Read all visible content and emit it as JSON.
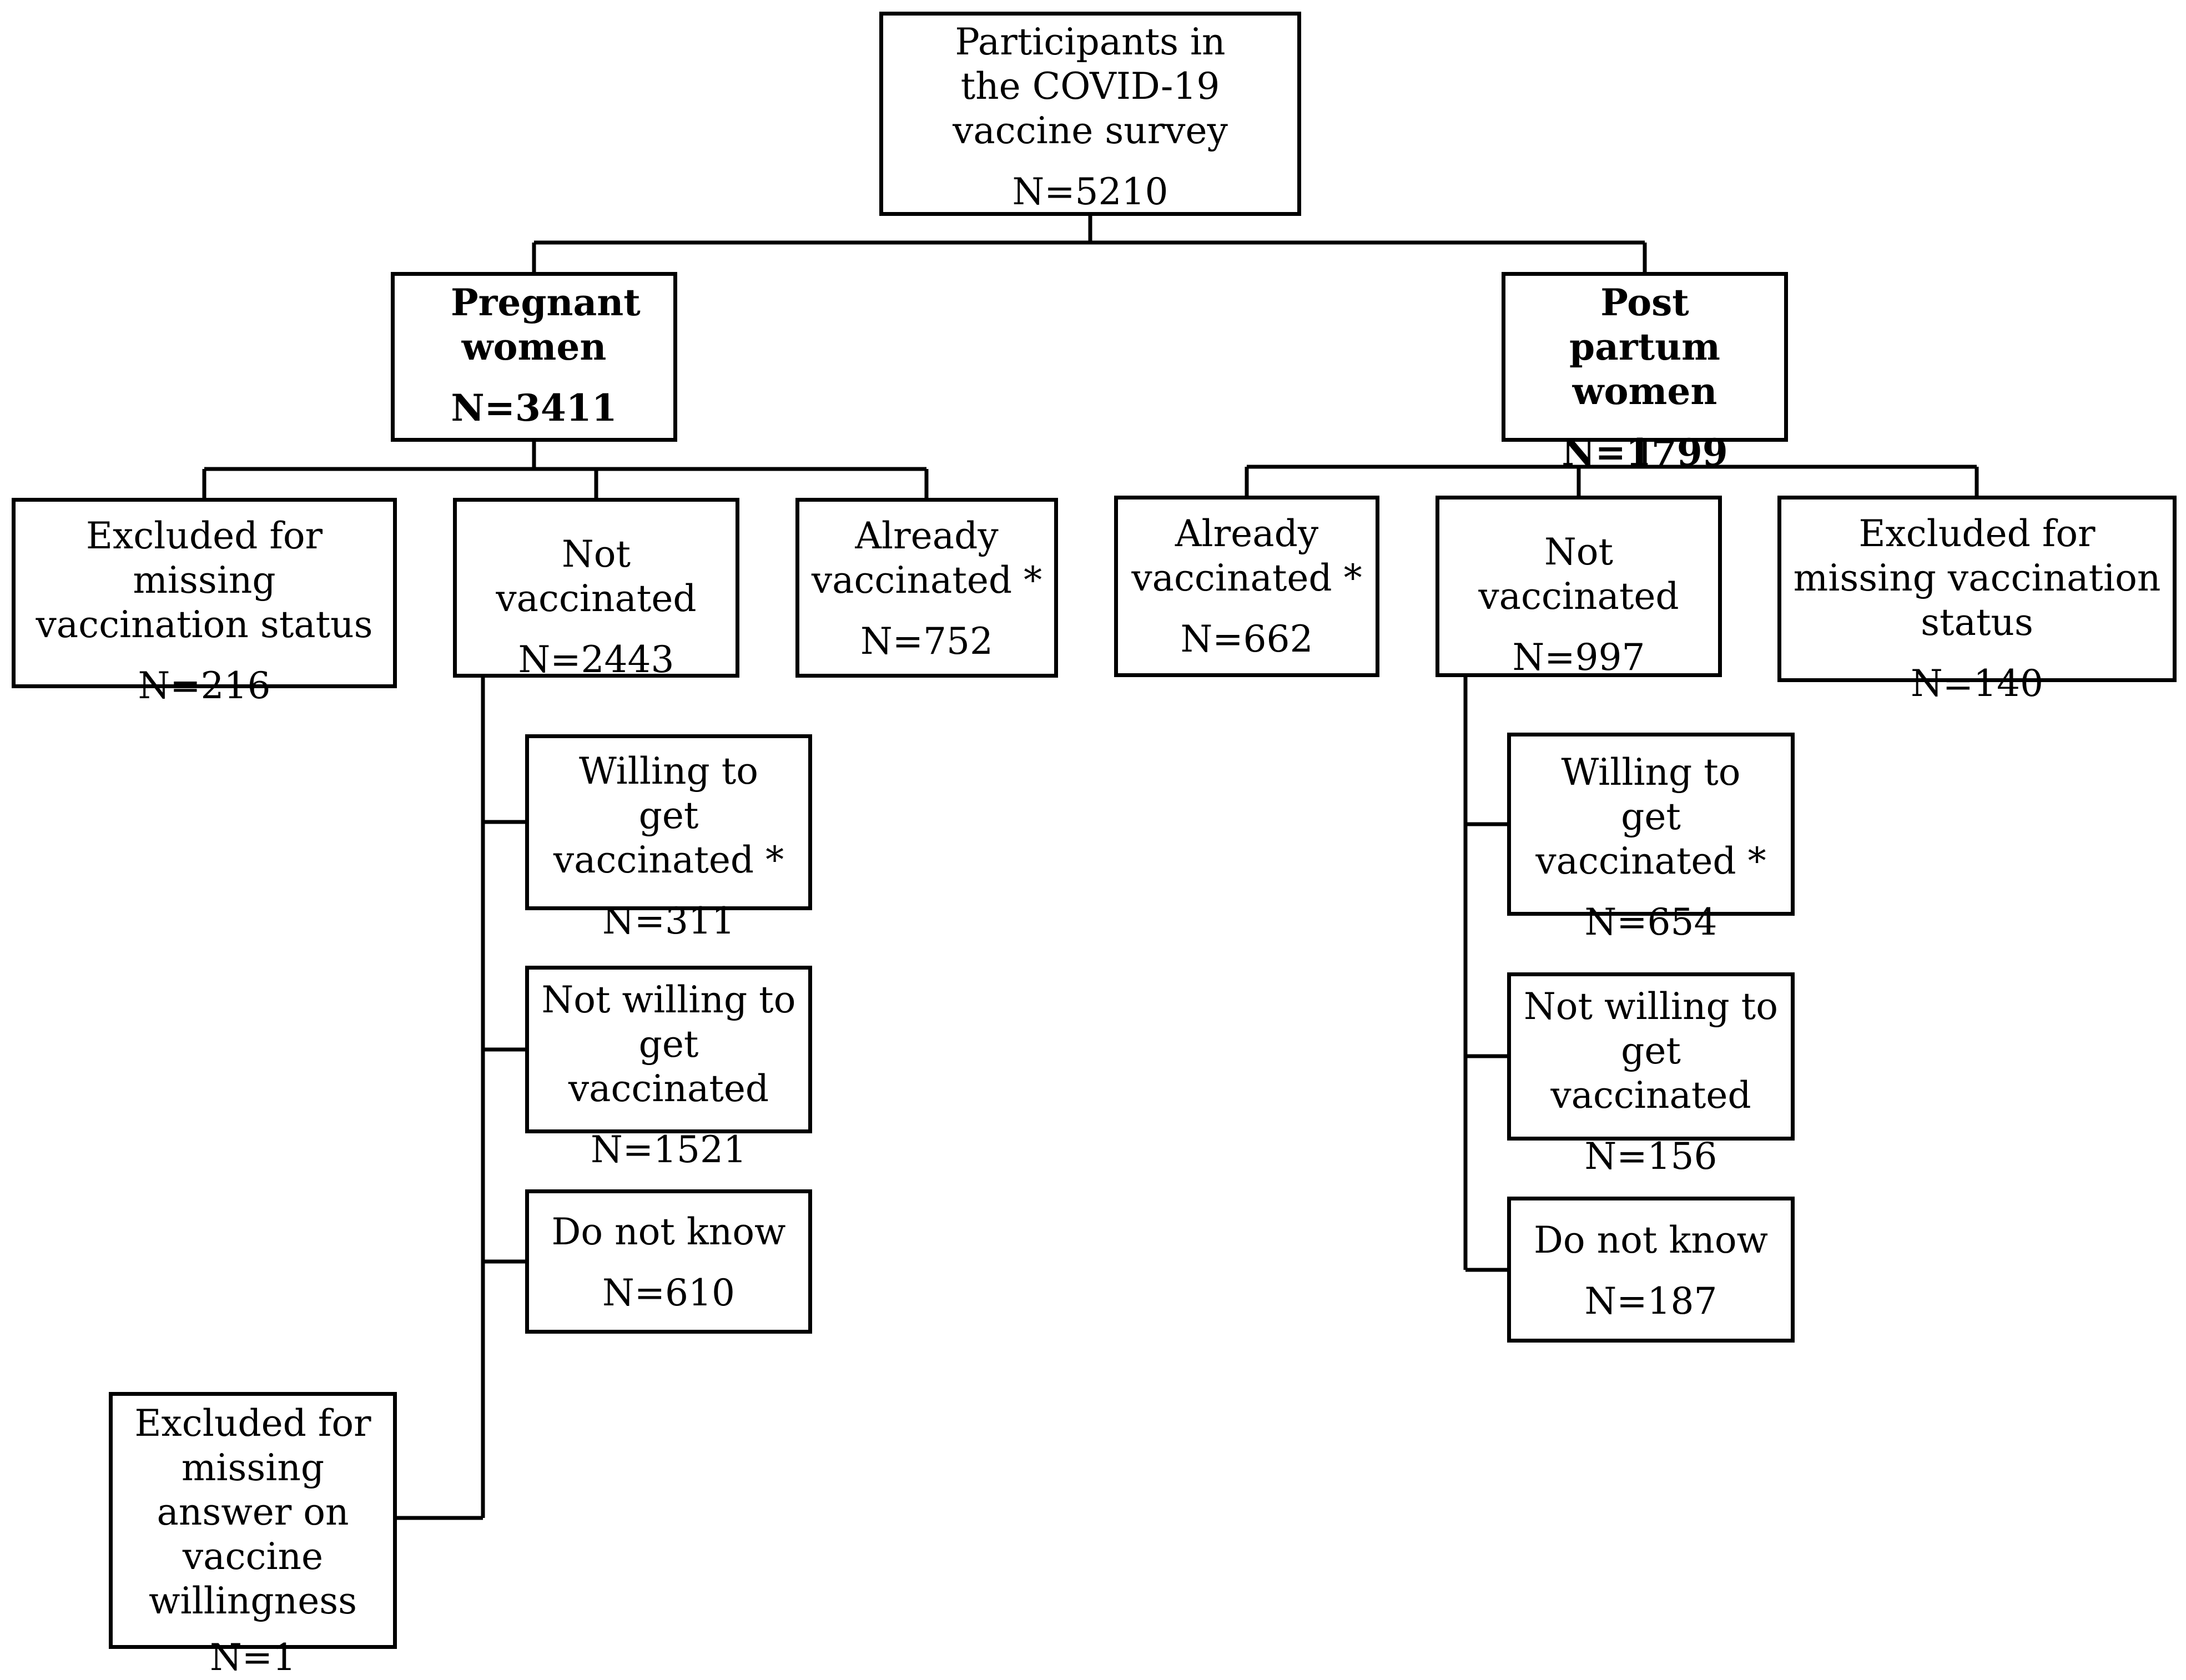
{
  "root": {
    "label": "Participants in the COVID-19 vaccine survey",
    "count": "N=5210"
  },
  "pregnant": {
    "label": "Pregnant women",
    "count": "N=3411",
    "excluded": {
      "label": "Excluded for missing vaccination status",
      "count": "N=216"
    },
    "not_vaccinated": {
      "label": "Not vaccinated",
      "count": "N=2443"
    },
    "already_vaccinated": {
      "label": "Already vaccinated *",
      "count": "N=752"
    },
    "willing": {
      "label": "Willing to get vaccinated *",
      "count": "N=311"
    },
    "not_willing": {
      "label": "Not willing to get vaccinated",
      "count": "N=1521"
    },
    "do_not_know": {
      "label": "Do not know",
      "count": "N=610"
    },
    "missing_answer": {
      "label": "Excluded for missing answer on vaccine willingness",
      "count": "N=1"
    }
  },
  "post_partum": {
    "label": "Post partum women",
    "count": "N=1799",
    "already_vaccinated": {
      "label": "Already vaccinated *",
      "count": "N=662"
    },
    "not_vaccinated": {
      "label": "Not vaccinated",
      "count": "N=997"
    },
    "excluded": {
      "label": "Excluded for missing vaccination status",
      "count": "N=140"
    },
    "willing": {
      "label": "Willing to get vaccinated *",
      "count": "N=654"
    },
    "not_willing": {
      "label": "Not willing to get vaccinated",
      "count": "N=156"
    },
    "do_not_know": {
      "label": "Do not know",
      "count": "N=187"
    }
  }
}
